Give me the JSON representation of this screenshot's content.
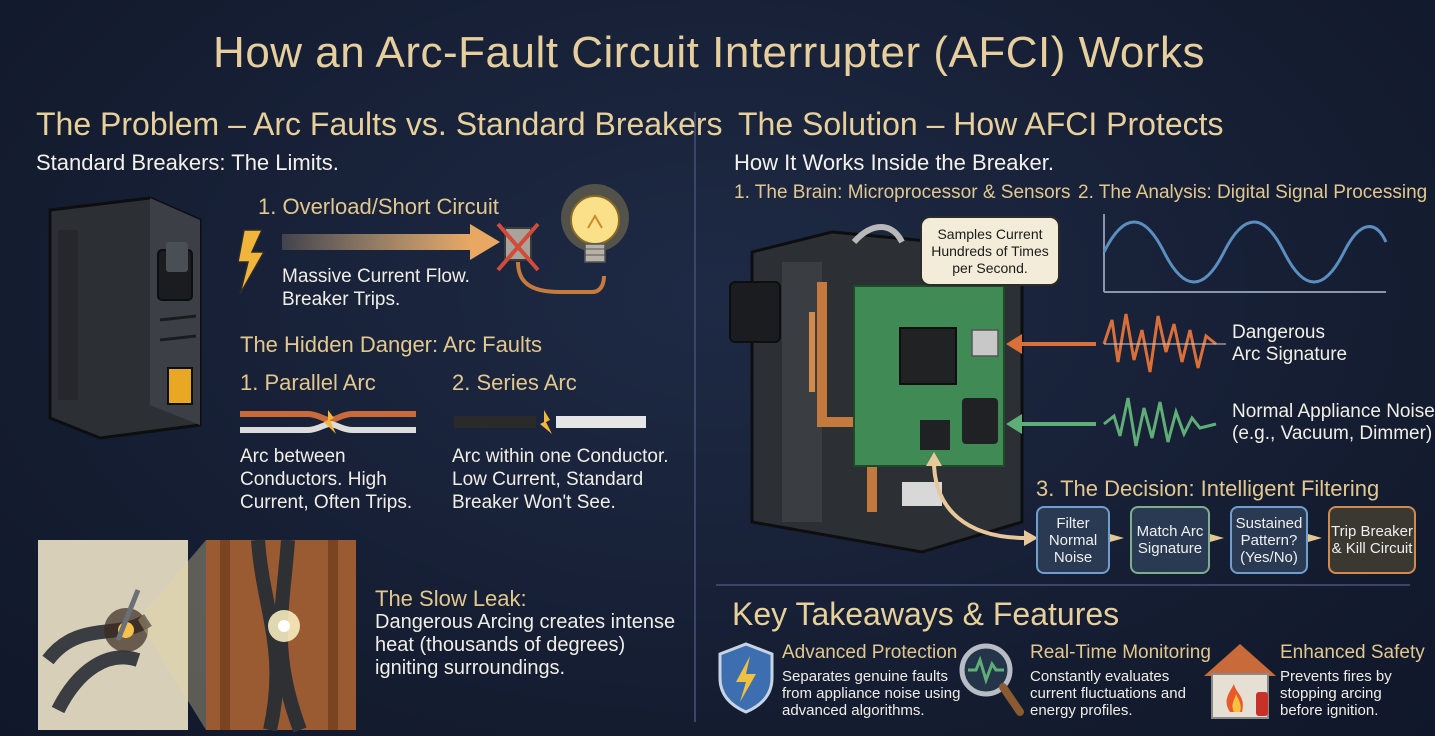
{
  "title": "How an Arc-Fault Circuit Interrupter (AFCI) Works",
  "left": {
    "heading": "The Problem – Arc Faults vs. Standard Breakers",
    "subheading": "Standard Breakers: The Limits.",
    "overload_title": "1. Overload/Short Circuit",
    "overload_text_1": "Massive Current Flow.",
    "overload_text_2": "Breaker Trips.",
    "hidden_danger": "The Hidden Danger: Arc Faults",
    "parallel_title": "1. Parallel Arc",
    "parallel_lines": [
      "Arc between",
      "Conductors. High",
      "Current, Often Trips."
    ],
    "series_title": "2. Series Arc",
    "series_lines": [
      "Arc within one Conductor.",
      "Low Current, Standard",
      "Breaker Won't See."
    ],
    "slow_leak_title": "The Slow Leak:",
    "slow_leak_lines": [
      "Dangerous Arcing creates intense",
      "heat (thousands of degrees)",
      "igniting surroundings."
    ]
  },
  "right": {
    "heading": "The Solution – How AFCI Protects",
    "subheading": "How It Works Inside the Breaker.",
    "brain_label": "1. The Brain: Microprocessor & Sensors",
    "analysis_label": "2. The Analysis: Digital Signal Processing",
    "callout_lines": [
      "Samples Current",
      "Hundreds of Times",
      "per Second."
    ],
    "arc_sig_lines": [
      "Dangerous",
      "Arc Signature"
    ],
    "noise_lines": [
      "Normal Appliance Noise",
      "(e.g., Vacuum, Dimmer)"
    ],
    "decision_label": "3. The Decision: Intelligent Filtering",
    "steps": [
      {
        "lines": [
          "Filter",
          "Normal",
          "Noise"
        ]
      },
      {
        "lines": [
          "Match Arc",
          "Signature"
        ]
      },
      {
        "lines": [
          "Sustained",
          "Pattern?",
          "(Yes/No)"
        ]
      },
      {
        "lines": [
          "Trip Breaker",
          "& Kill Circuit"
        ]
      }
    ]
  },
  "takeaways": {
    "heading": "Key Takeaways & Features",
    "features": [
      {
        "title": "Advanced Protection",
        "lines": [
          "Separates genuine faults",
          "from appliance noise using",
          "advanced algorithms."
        ]
      },
      {
        "title": "Real-Time Monitoring",
        "lines": [
          "Constantly evaluates",
          "current fluctuations and",
          "energy profiles."
        ]
      },
      {
        "title": "Enhanced Safety",
        "lines": [
          "Prevents fires by",
          "stopping arcing",
          "before ignition."
        ]
      }
    ]
  },
  "colors": {
    "accent_gold": "#e2c88e",
    "arc_orange": "#d9703a",
    "noise_green": "#5fae78",
    "sine_blue": "#5b8fc0",
    "step_blue": "#6e9fd0",
    "step_green": "#7fae8e",
    "step_orange": "#d08a4e"
  }
}
